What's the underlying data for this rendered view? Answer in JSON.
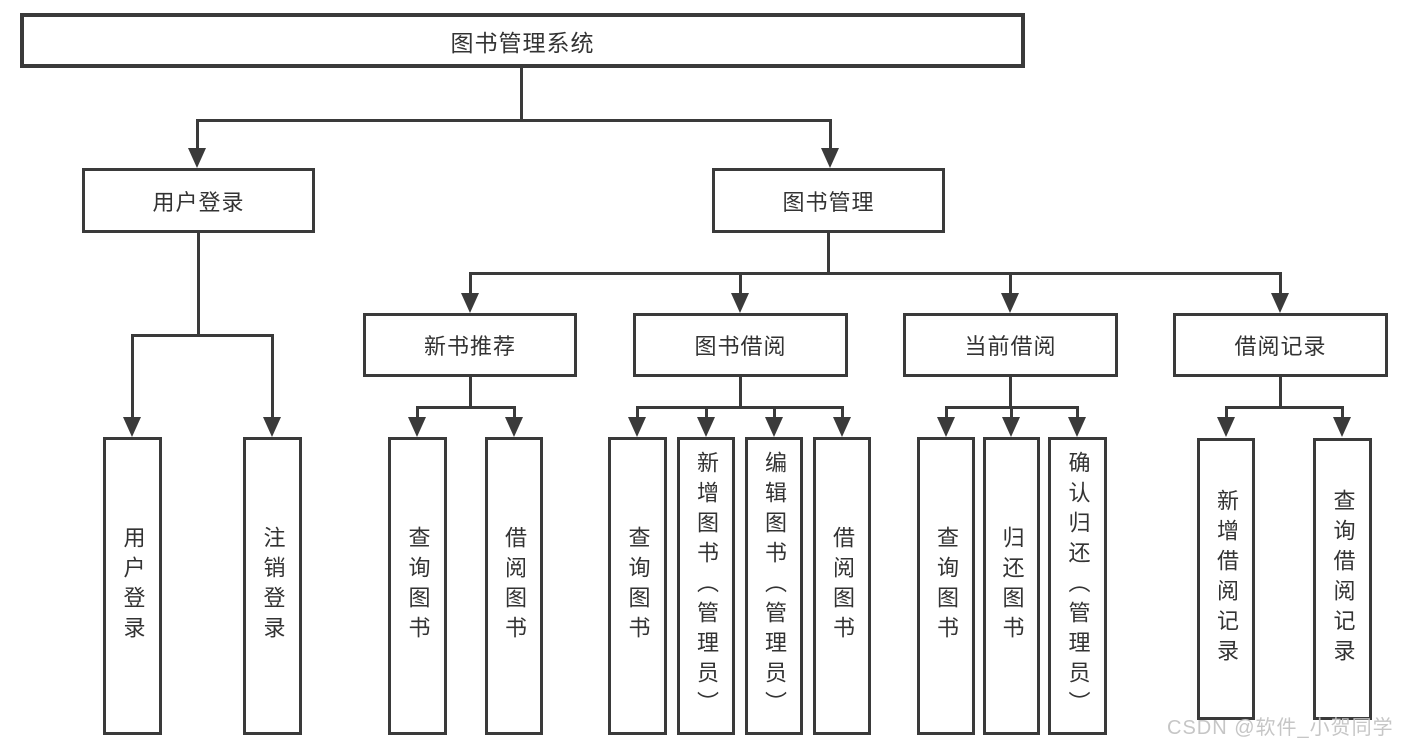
{
  "diagram": {
    "title": "图书管理系统",
    "root": {
      "label": "图书管理系统"
    },
    "branches": [
      {
        "label": "用户登录",
        "children": [
          {
            "label": "用户登录"
          },
          {
            "label": "注销登录"
          }
        ]
      },
      {
        "label": "图书管理",
        "groups": [
          {
            "label": "新书推荐",
            "children": [
              {
                "label": "查询图书"
              },
              {
                "label": "借阅图书"
              }
            ]
          },
          {
            "label": "图书借阅",
            "children": [
              {
                "label": "查询图书"
              },
              {
                "label": "新增图书（管理员）"
              },
              {
                "label": "编辑图书（管理员）"
              },
              {
                "label": "借阅图书"
              }
            ]
          },
          {
            "label": "当前借阅",
            "children": [
              {
                "label": "查询图书"
              },
              {
                "label": "归还图书"
              },
              {
                "label": "确认归还（管理员）"
              }
            ]
          },
          {
            "label": "借阅记录",
            "children": [
              {
                "label": "新增借阅记录"
              },
              {
                "label": "查询借阅记录"
              }
            ]
          }
        ]
      }
    ]
  },
  "watermark": {
    "text": "CSDN @软件_小贺同学"
  },
  "colors": {
    "line": "#3a3a3a",
    "text": "#333333",
    "watermark": "#c3c3c3",
    "background": "#ffffff"
  }
}
